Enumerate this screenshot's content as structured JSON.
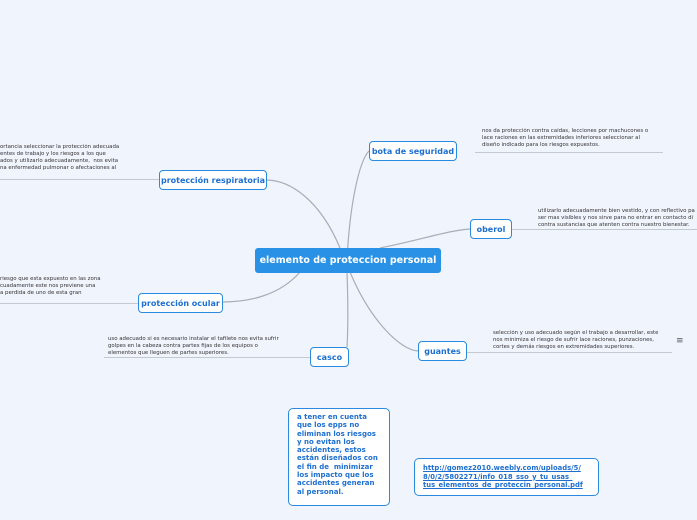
{
  "central": "elemento de proteccion personal",
  "branches": {
    "bota": {
      "label": "bota de seguridad",
      "note": "nos da protección contra caídas, lecciones por machucones o\nlace raciones en las extremidades inferiores seleccionar al\ndiseño indicado para los riesgos expuestos."
    },
    "oberol": {
      "label": "oberol",
      "note": "utilizarlo adecuadamente bien vestido, y con reflectivo pa\nser mas visibles y nos sirve para no entrar en contacto di\ncontra sustancias que atenten contra nuestro bienestar."
    },
    "guantes": {
      "label": "guantes",
      "note": "selección y uso adecuado según el trabajo a desarrollar, este\nnos minimiza el riesgo de sufrir lace raciones, punzaciones,\ncortes y demás riesgos en extremidades superiores."
    },
    "casco": {
      "label": "casco",
      "note": "uso adecuado si es necesario instalar el tafilete nos evita sufrir\ngolpes en la cabeza contra partes fijas de los equipos o\nelementos que lleguen de partes superiores."
    },
    "ocular": {
      "label": "protección ocular",
      "note": "riesgo que esta expuesto en las zona\ncuadamente este nos previene una\na perdida de uno de esta gran"
    },
    "respiratoria": {
      "label": "protección respiratoria",
      "note": "ortancia seleccionar la protección adecuada\nentes de trabajo y los riesgos a los que\nados y utilizarlo adecuadamente,  nos evita\nna enfermedad pulmonar o afectaciones al"
    }
  },
  "floating_note": "a tener en cuenta\nque los epps no\neliminan los riesgos\ny no evitan los\naccidentes, estos\nestán diseñados con\nel fin de  minimizar\nlos impacto que los\naccidentes generan\nal personal.",
  "link": "http://gomez2010.weebly.com/uploads/5/\n8/0/2/5802271/info_018_sso_y_tu_usas_\ntus_elementos_de_proteccin_personal.pdf",
  "colors": {
    "accent": "#2a92e6",
    "background": "#f0f4fd"
  }
}
